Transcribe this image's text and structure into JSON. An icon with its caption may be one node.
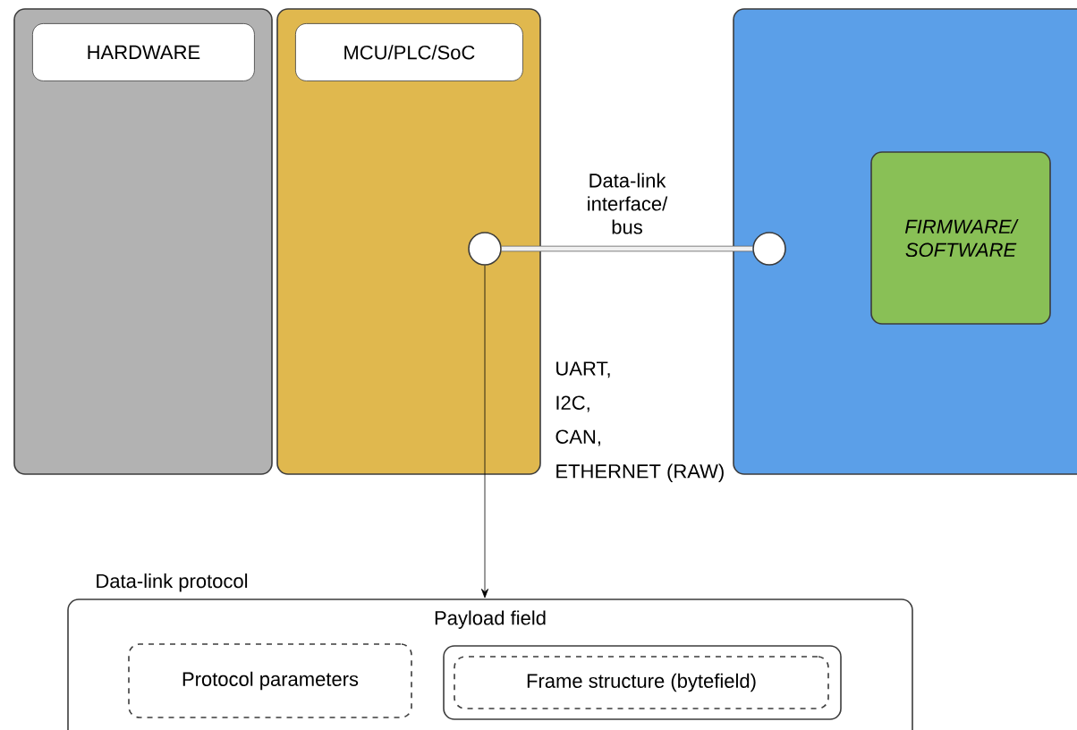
{
  "diagram": {
    "nodes": [
      {
        "text": [
          "HARDWARE"
        ]
      },
      {
        "text": [
          "MCU/PLC/SoC"
        ]
      },
      {
        "text": [],
        "shape": "box"
      },
      {
        "text": [
          "FIRMWARE/ SOFTWARE"
        ],
        "in": 2
      },
      {
        "text": [],
        "shape": "circle",
        "in": 1
      },
      {
        "text": [],
        "shape": "circle",
        "in": 2
      },
      {
        "text": [
          "Data-link protocol",
          "Payload field"
        ]
      },
      {
        "text": [
          "Protocol parameters"
        ],
        "in": 6
      },
      {
        "text": [],
        "shape": "box",
        "in": 6
      },
      {
        "text": [
          "Frame structure (bytefield)"
        ],
        "in": 8
      }
    ],
    "edges": [
      {
        "from": 4,
        "to": 5,
        "arrow": "none",
        "label": "Data-link interface/ bus",
        "style": "thick"
      },
      {
        "from": 4,
        "to": 6,
        "arrow": "to"
      }
    ],
    "labels": [
      "UART,",
      "I2C,",
      "CAN,",
      "ETHERNET (RAW)"
    ]
  }
}
